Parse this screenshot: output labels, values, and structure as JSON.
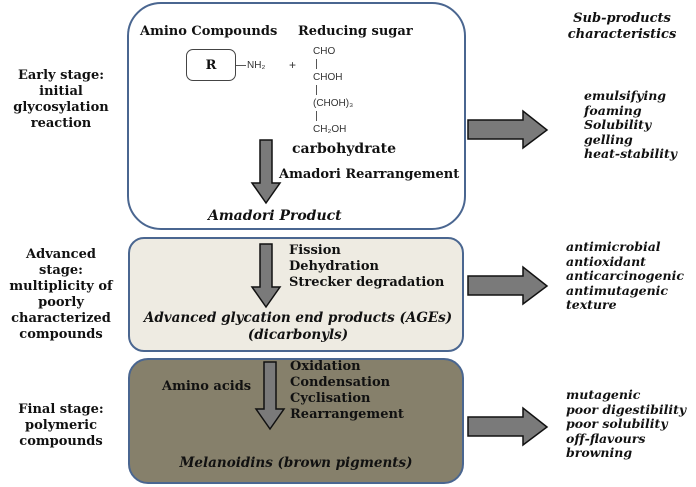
{
  "stages": [
    {
      "label": "Early stage: initial glycosylation reaction"
    },
    {
      "label": "Advanced stage: multiplicity of poorly characterized compounds"
    },
    {
      "label": "Final stage: polymeric compounds"
    }
  ],
  "header": {
    "subproducts_title_line1": "Sub-products",
    "subproducts_title_line2": "characteristics"
  },
  "early": {
    "amino_compounds": "Amino Compounds",
    "reducing_sugar": "Reducing sugar",
    "r_group": "R",
    "nh2": "NH₂",
    "plus": "+",
    "sugar_formula": [
      "CHO",
      "CHOH",
      "(CHOH)₃",
      "CH₂OH"
    ],
    "carbohydrate": "carbohydrate",
    "process": "Amadori Rearrangement",
    "product": "Amadori Product"
  },
  "advanced": {
    "processes": [
      "Fission",
      "Dehydration",
      "Strecker degradation"
    ],
    "product_line1": "Advanced glycation end products (AGEs)",
    "product_line2": "(dicarbonyls)"
  },
  "final": {
    "input": "Amino acids",
    "processes": [
      "Oxidation",
      "Condensation",
      "Cyclisation",
      "Rearrangement"
    ],
    "product": "Melanoidins (brown pigments)"
  },
  "characteristics": [
    [
      "emulsifying",
      "foaming",
      "Solubility",
      "gelling",
      "heat-stability"
    ],
    [
      "antimicrobial",
      "antioxidant",
      "anticarcinogenic",
      "antimutagenic",
      "texture"
    ],
    [
      "mutagenic",
      "poor digestibility",
      "poor solubility",
      "off-flavours",
      "browning"
    ]
  ],
  "colors": {
    "box_border": "#4a6690",
    "box2_fill": "#eeebe2",
    "box3_fill": "#86806b",
    "arrow_fill": "#7a7a7a"
  }
}
